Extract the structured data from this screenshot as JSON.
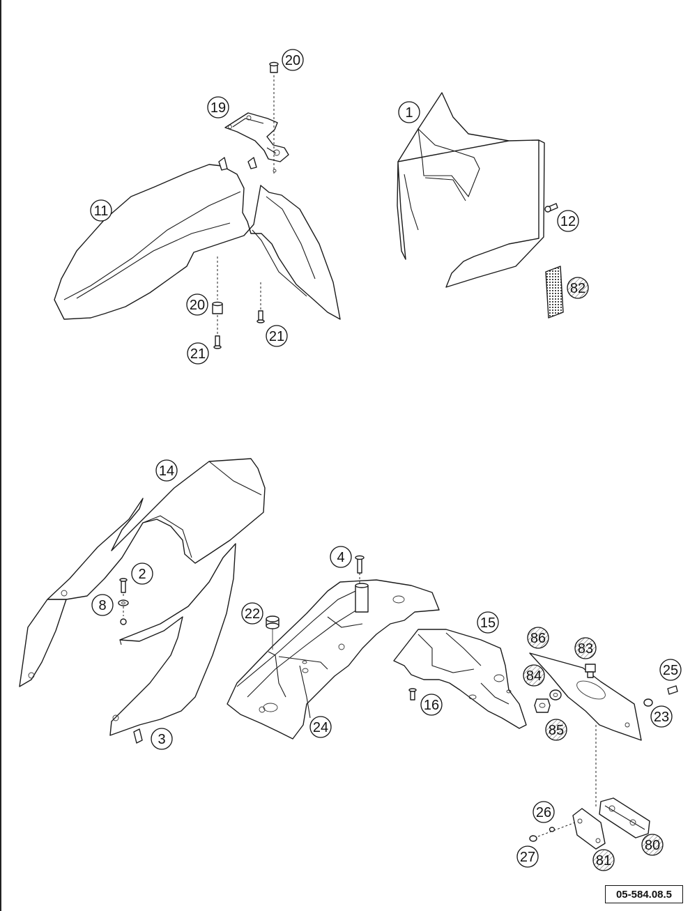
{
  "diagram_code": "05-584.08.5",
  "callouts": [
    {
      "label": "20",
      "variant": "plain"
    },
    {
      "label": "19",
      "variant": "plain"
    },
    {
      "label": "1",
      "variant": "plain"
    },
    {
      "label": "11",
      "variant": "plain"
    },
    {
      "label": "12",
      "variant": "plain"
    },
    {
      "label": "82",
      "variant": "hatched"
    },
    {
      "label": "20",
      "variant": "plain"
    },
    {
      "label": "21",
      "variant": "plain"
    },
    {
      "label": "21",
      "variant": "plain"
    },
    {
      "label": "14",
      "variant": "plain"
    },
    {
      "label": "2",
      "variant": "plain"
    },
    {
      "label": "8",
      "variant": "plain"
    },
    {
      "label": "3",
      "variant": "plain"
    },
    {
      "label": "4",
      "variant": "plain"
    },
    {
      "label": "22",
      "variant": "plain"
    },
    {
      "label": "15",
      "variant": "plain"
    },
    {
      "label": "86",
      "variant": "hatched"
    },
    {
      "label": "83",
      "variant": "hatched"
    },
    {
      "label": "25",
      "variant": "plain"
    },
    {
      "label": "84",
      "variant": "hatched"
    },
    {
      "label": "16",
      "variant": "plain"
    },
    {
      "label": "24",
      "variant": "plain"
    },
    {
      "label": "85",
      "variant": "hatched"
    },
    {
      "label": "23",
      "variant": "plain"
    },
    {
      "label": "26",
      "variant": "plain"
    },
    {
      "label": "27",
      "variant": "plain"
    },
    {
      "label": "81",
      "variant": "hatched"
    },
    {
      "label": "80",
      "variant": "hatched"
    }
  ]
}
